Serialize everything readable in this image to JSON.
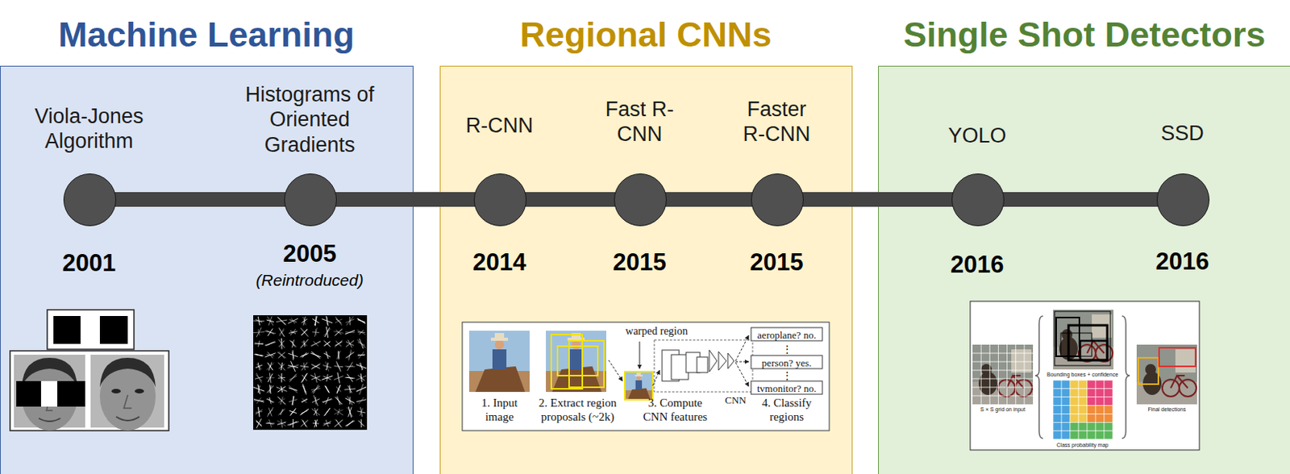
{
  "diagram": {
    "nodes": [
      {
        "text": [
          "Machine Learning"
        ]
      },
      {
        "text": [
          "Viola-Jones Algorithm",
          "2001"
        ],
        "in": 0
      },
      {
        "text": [
          "Histograms of Oriented Gradients",
          "2005",
          "(Reintroduced)"
        ],
        "in": 0
      },
      {
        "text": [
          "Regional CNNs"
        ]
      },
      {
        "text": [
          "R-CNN",
          "2014"
        ],
        "in": 3
      },
      {
        "text": [
          "Fast R-CNN",
          "2015"
        ],
        "in": 3
      },
      {
        "text": [
          "Faster R-CNN",
          "2015"
        ],
        "in": 3
      },
      {
        "text": [
          "Single Shot Detectors"
        ]
      },
      {
        "text": [
          "YOLO",
          "2016"
        ],
        "in": 7
      },
      {
        "text": [
          "SSD",
          "2016"
        ],
        "in": 7
      }
    ],
    "edges": [
      {
        "from": 1,
        "to": 2,
        "arrow": "none"
      },
      {
        "from": 2,
        "to": 4,
        "arrow": "none"
      },
      {
        "from": 4,
        "to": 5,
        "arrow": "none"
      },
      {
        "from": 5,
        "to": 6,
        "arrow": "none"
      },
      {
        "from": 6,
        "to": 8,
        "arrow": "none"
      },
      {
        "from": 8,
        "to": 9,
        "arrow": "none"
      }
    ],
    "labels": [
      "warped region",
      "aeroplane? no.",
      "⋮",
      "person? yes.",
      "⋮",
      "tvmonitor? no.",
      "CNN",
      "1. Input image",
      "2. Extract region proposals (~2k)",
      "3. Compute CNN features",
      "4. Classify regions",
      "S × S grid on input",
      "Bounding boxes + confidence",
      "Class probability map",
      "Final detections"
    ]
  }
}
